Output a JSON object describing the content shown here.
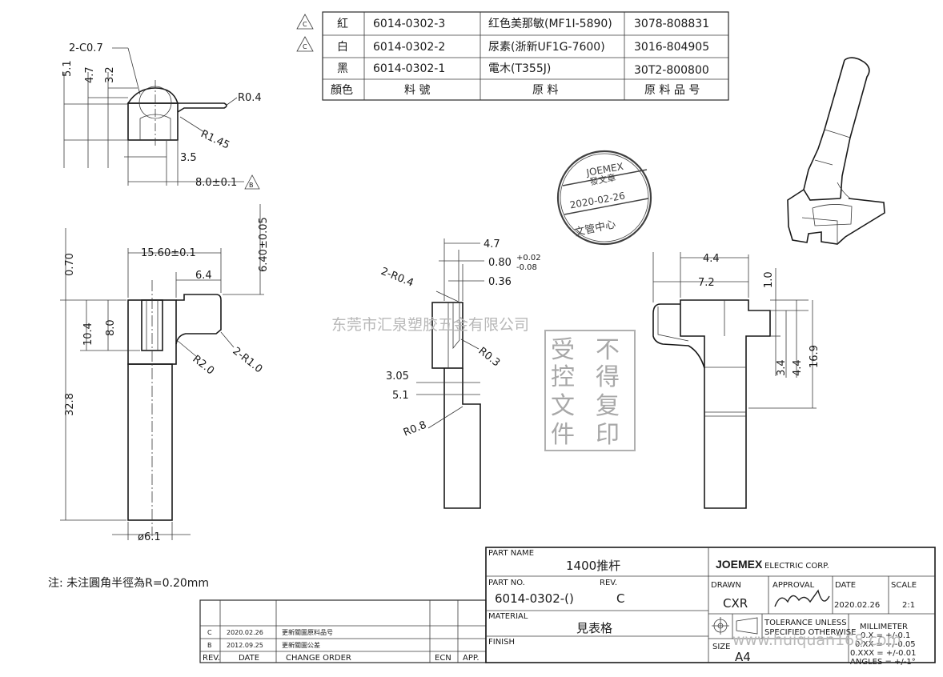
{
  "materials_table": {
    "rows": [
      {
        "rev_mark": "C",
        "color": "紅",
        "part_no": "6014-0302-3",
        "material": "红色美那敏(MF1I-5890)",
        "material_code": "3078-808831"
      },
      {
        "rev_mark": "C",
        "color": "白",
        "part_no": "6014-0302-2",
        "material": "尿素(浙新UF1G-7600)",
        "material_code": "3016-804905"
      },
      {
        "rev_mark": "",
        "color": "黑",
        "part_no": "6014-0302-1",
        "material": "電木(T355J)",
        "material_code": "30T2-800800"
      }
    ],
    "header": {
      "color": "顏色",
      "part_no": "料  號",
      "material": "原  料",
      "material_code": "原 料 品 号"
    }
  },
  "top_view_dims": {
    "chamfer": "2-C0.7",
    "d51": "5.1",
    "d47": "4.7",
    "d32": "3.2",
    "r04": "R0.4",
    "r145": "R1.45",
    "d35": "3.5",
    "d80": "8.0±0.1",
    "b_mark": "B"
  },
  "front_view_dims": {
    "d070": "0.70",
    "d1560": "15.60±0.1",
    "d640": "6.40±0.05",
    "d64": "6.4",
    "d104": "10.4",
    "d80": "8.0",
    "r20": "R2.0",
    "r10": "2-R1.0",
    "d328": "32.8",
    "dia": "ø6.1"
  },
  "side_view_dims": {
    "d47": "4.7",
    "d080": "0.80",
    "tol_plus": "+0.02",
    "tol_minus": "-0.08",
    "d036": "0.36",
    "r04": "2-R0.4",
    "r03": "R0.3",
    "d305": "3.05",
    "d51": "5.1",
    "r08": "R0.8"
  },
  "right_view_dims": {
    "d44": "4.4",
    "d72": "7.2",
    "d10": "1.0",
    "d34": "3.4",
    "d44b": "4.4",
    "d169": "16.9"
  },
  "stamp": {
    "company": "JOEMEX",
    "dept": "發文章",
    "date": "2020-02-26",
    "center": "文管中心"
  },
  "watermark": {
    "company": "东莞市汇泉塑胶五金有限公司",
    "control": [
      "不",
      "得",
      "复",
      "印",
      "受",
      "控",
      "文",
      "件"
    ],
    "url": "www.huiquan168.com"
  },
  "note": "注: 未注圓角半徑為R=0.20mm",
  "revision_table": {
    "rows": [
      {
        "rev": "C",
        "date": "2020.02.26",
        "change": "更新關圖原料品号"
      },
      {
        "rev": "B",
        "date": "2012.09.25",
        "change": "更新關圖公差"
      }
    ],
    "header": {
      "rev": "REV.",
      "date": "DATE",
      "change": "CHANGE ORDER",
      "ecn": "ECN",
      "app": "APP."
    }
  },
  "title_block": {
    "part_name_label": "PART NAME",
    "part_name": "1400推杆",
    "company": "JOEMEX",
    "company_suffix": "ELECTRIC CORP.",
    "part_no_label": "PART NO.",
    "rev_label": "REV.",
    "part_no": "6014-0302-()",
    "rev": "C",
    "drawn_label": "DRAWN",
    "drawn": "CXR",
    "approval_label": "APPROVAL",
    "date_label": "DATE",
    "date": "2020.02.26",
    "scale_label": "SCALE",
    "scale": "2:1",
    "material_label": "MATERIAL",
    "material": "見表格",
    "tolerance_line1": "TOLERANCE UNLESS",
    "tolerance_line2": "SPECIFIED OTHERWISE",
    "unit": "MILLIMETER",
    "tol_x": "0.X  = +/-0.1",
    "tol_xx": "0.XX  = +/-0.05",
    "tol_xxx": "0.XXX = +/-0.01",
    "tol_ang": "ANGLES = +/-1°",
    "finish_label": "FINISH",
    "size_label": "SIZE",
    "size": "A4"
  }
}
